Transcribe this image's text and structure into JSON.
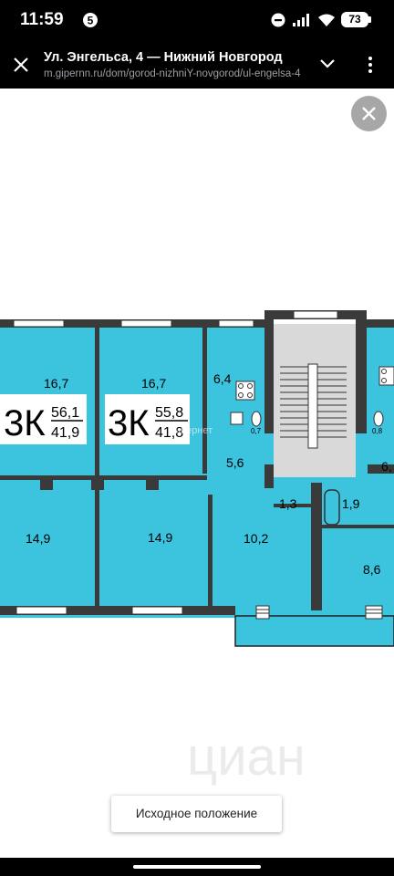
{
  "status": {
    "time": "11:59",
    "battery": "73"
  },
  "browser": {
    "title": "Ул. Энгельса, 4 — Нижний Новгород",
    "url": "m.gipernn.ru/dom/gorod-nizhniY-novgorod/ul-engelsa-4"
  },
  "plan": {
    "flat1": {
      "rooms": "3К",
      "total": "56,1",
      "living": "41,9"
    },
    "flat2": {
      "rooms": "3К",
      "total": "55,8",
      "living": "41,8"
    },
    "areas": {
      "a1": "16,7",
      "a2": "16,7",
      "a3": "6,4",
      "a4": "5,6",
      "a5": "14,9",
      "a6": "14,9",
      "a7": "1,3",
      "a8": "10,2",
      "a9": "1,9",
      "a10": "8,6",
      "a11": "6,",
      "a12": "0,7",
      "a13": "0,8"
    },
    "watermark_small": "гипернет",
    "watermark_large": "циан"
  },
  "reset_label": "Исходное положение"
}
